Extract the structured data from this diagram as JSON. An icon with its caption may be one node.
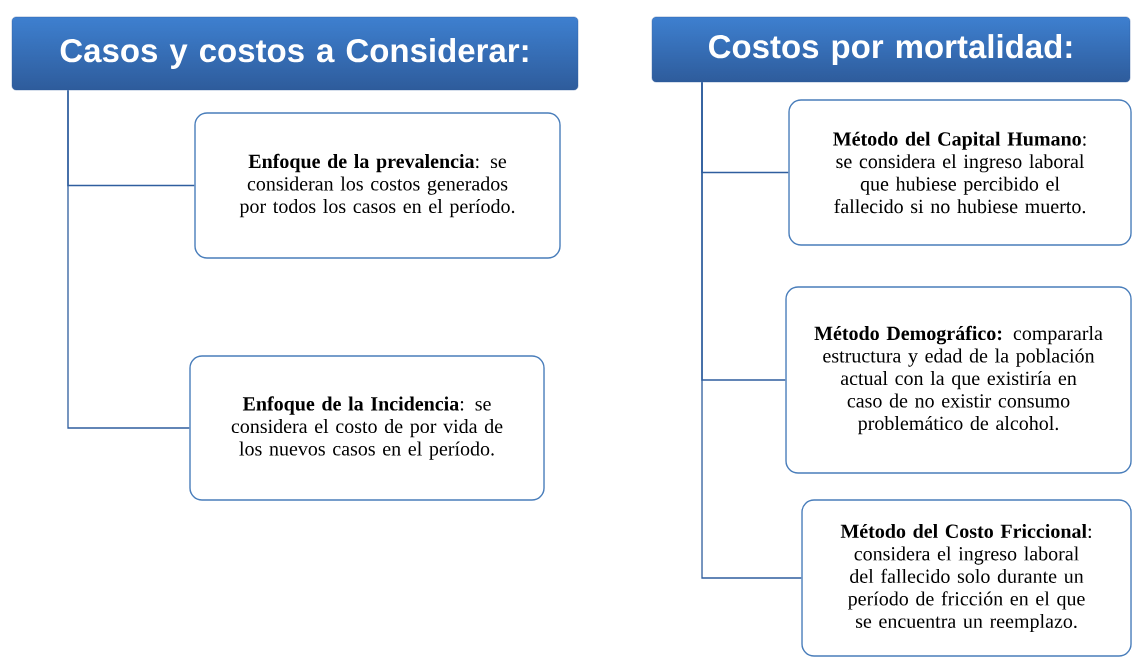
{
  "diagram": {
    "nodes": [
      {
        "text": [
          "Casos y costos a Considerar:"
        ]
      },
      {
        "text": [
          "**Enfoque de la prevalencia**: se consideran los costos generados por todos los casos en el período."
        ]
      },
      {
        "text": [
          "**Enfoque de la Incidencia**: se considera el costo  de por vida de los nuevos casos en el período."
        ]
      },
      {
        "text": [
          "Costos por mortalidad:"
        ]
      },
      {
        "text": [
          "**Método del Capital Humano**: se considera el ingreso laboral que hubiese percibido el fallecido si no hubiese muerto."
        ]
      },
      {
        "text": [
          "**Método Demográfico:** compararla estructura  y edad de la población actual con la que existiría en caso de no existir consumo problemático de alcohol."
        ]
      },
      {
        "text": [
          "**Método del Costo Friccional**: considera el ingreso laboral del fallecido solo durante un período de fricción en el que se encuentra un reemplazo."
        ]
      }
    ],
    "edges": [
      {
        "from": 0,
        "to": 1,
        "arrow": "none"
      },
      {
        "from": 0,
        "to": 2,
        "arrow": "none"
      },
      {
        "from": 3,
        "to": 4,
        "arrow": "none"
      },
      {
        "from": 3,
        "to": 5,
        "arrow": "none"
      },
      {
        "from": 3,
        "to": 6,
        "arrow": "none"
      }
    ]
  }
}
